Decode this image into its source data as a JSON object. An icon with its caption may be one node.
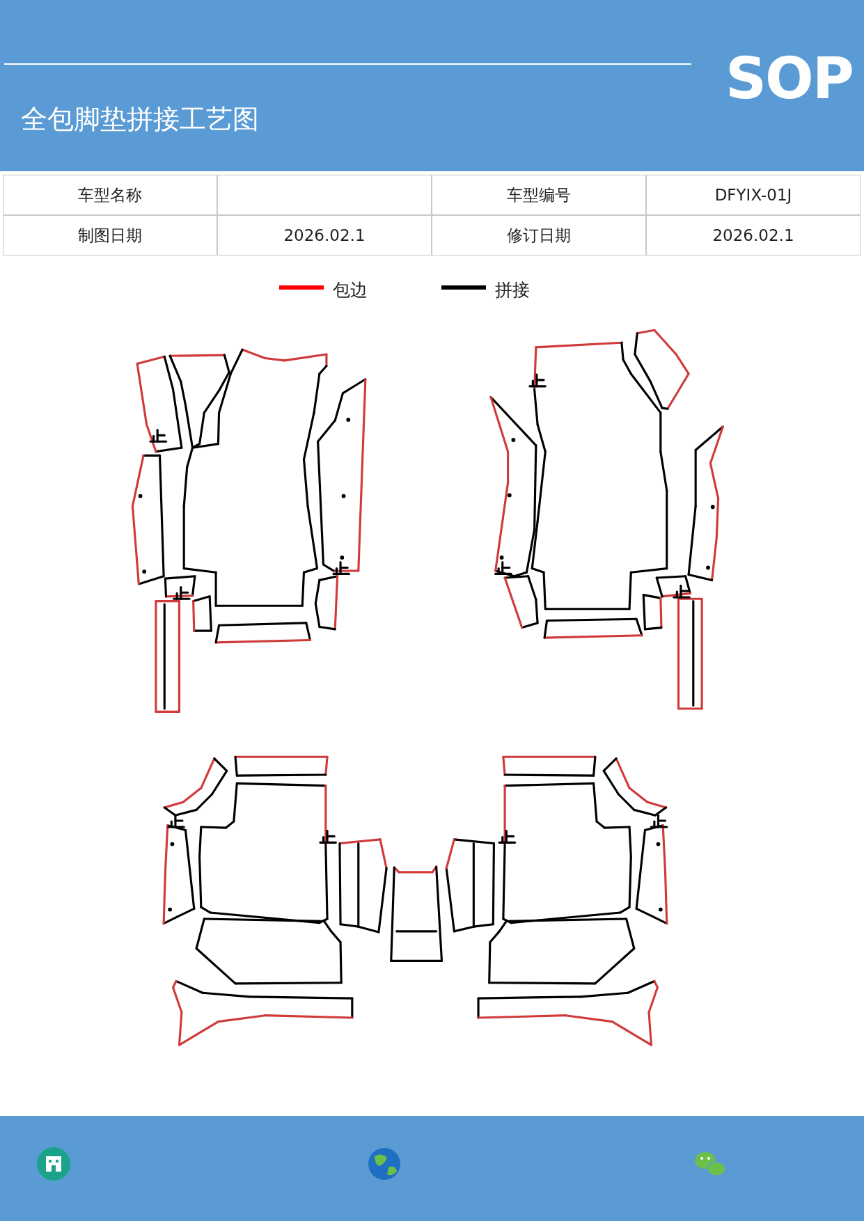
{
  "diagram": {
    "title": "全包脚垫拼接工艺图",
    "labels": [
      "SOP",
      "车型名称",
      "车型编号",
      "DFYIX-01J",
      "制图日期",
      "2026.02.1",
      "修订日期",
      "2026.02.1"
    ],
    "legend": [
      {
        "text": "包边",
        "color": "#ff0000"
      },
      {
        "text": "拼接",
        "color": "#000000"
      }
    ]
  }
}
